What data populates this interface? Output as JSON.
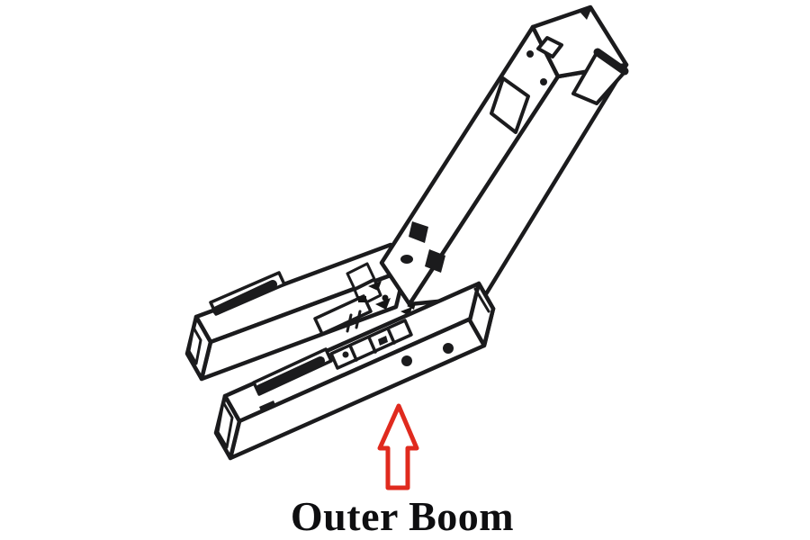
{
  "figure": {
    "label": "Outer Boom",
    "label_color": "#0e0e10",
    "background_color": "#ffffff",
    "line_color": "#1b1b1d",
    "subject": "isometric-line-drawing-of-boom-assembly",
    "parts": [
      "upright-boom-section",
      "outer-boom-fork-arms"
    ],
    "arrow": {
      "icon": "up-arrow-icon",
      "direction": "up",
      "style": "outlined",
      "color": "#e02a1e",
      "points_to": "Outer Boom"
    }
  }
}
